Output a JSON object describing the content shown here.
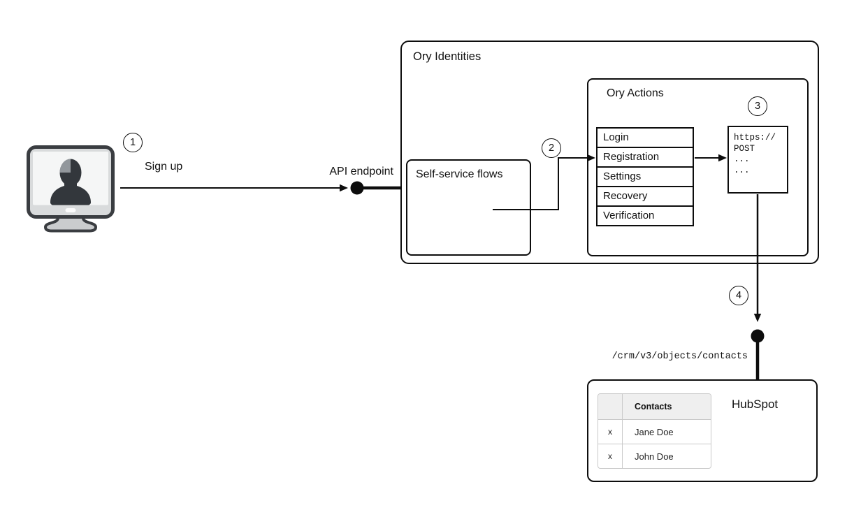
{
  "steps": {
    "one": "1",
    "two": "2",
    "three": "3",
    "four": "4"
  },
  "labels": {
    "sign_up": "Sign up",
    "api_endpoint": "API endpoint",
    "crm_endpoint": "/crm/v3/objects/contacts"
  },
  "ory_identities": {
    "title": "Ory Identities"
  },
  "self_service": {
    "title": "Self-service flows"
  },
  "ory_actions": {
    "title": "Ory Actions",
    "flows": [
      "Login",
      "Registration",
      "Settings",
      "Recovery",
      "Verification"
    ]
  },
  "webhook": {
    "lines": [
      "https://",
      "POST",
      "...",
      "..."
    ]
  },
  "hubspot": {
    "title": "HubSpot",
    "table": {
      "header_contacts": "Contacts",
      "rows": [
        {
          "col1": "x",
          "col2": "Jane Doe"
        },
        {
          "col1": "x",
          "col2": "John Doe"
        }
      ]
    }
  },
  "icons": {
    "user_computer": "user-computer-icon"
  },
  "colors": {
    "stroke": "#0d0d0d",
    "table_border": "#c9c9c9",
    "table_header_bg": "#efefef",
    "monitor_bezel": "#d9dbdc",
    "monitor_screen": "#f5f6f6",
    "silhouette": "#33373c"
  }
}
